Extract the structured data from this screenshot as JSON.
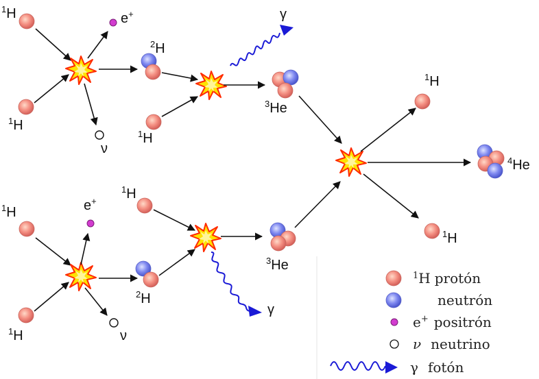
{
  "labels": {
    "h1_top_a": {
      "sup": "1",
      "main": "H"
    },
    "h1_top_b": {
      "sup": "1",
      "main": "H"
    },
    "e_top": {
      "main": "e",
      "sup": "+"
    },
    "nu_top": "ν",
    "h2_top": {
      "sup": "2",
      "main": "H"
    },
    "h1_mid_top": {
      "sup": "1",
      "main": "H"
    },
    "gamma_top": "γ",
    "he3_top": {
      "sup": "3",
      "main": "He"
    },
    "h1_out_a": {
      "sup": "1",
      "main": "H"
    },
    "he4_out": {
      "sup": "4",
      "main": "He"
    },
    "h1_out_b": {
      "sup": "1",
      "main": "H"
    },
    "h1_bot_a": {
      "sup": "1",
      "main": "H"
    },
    "h1_bot_b": {
      "sup": "1",
      "main": "H"
    },
    "e_bot": {
      "main": "e",
      "sup": "+"
    },
    "nu_bot": "ν",
    "h1_mid_bot": {
      "sup": "1",
      "main": "H"
    },
    "h2_bot": {
      "sup": "2",
      "main": "H"
    },
    "he3_bot": {
      "sup": "3",
      "main": "He"
    },
    "gamma_bot": "γ"
  },
  "legend": {
    "proton": {
      "sup": "1",
      "main": "H",
      "text": "protón"
    },
    "neutron": {
      "text": "neutrón"
    },
    "positron": {
      "main": "e",
      "sup": "+",
      "text": "positrón"
    },
    "neutrino": {
      "symbol": "ν",
      "text": "neutrino"
    },
    "photon": {
      "symbol": "γ",
      "text": "fotón"
    }
  },
  "colors": {
    "proton": "#f08a80",
    "neutron": "#7a84ee",
    "positron": "#d23ccf",
    "photon": "#1a1ad6",
    "star": "#ffe000",
    "star_edge": "#ff2a00"
  }
}
